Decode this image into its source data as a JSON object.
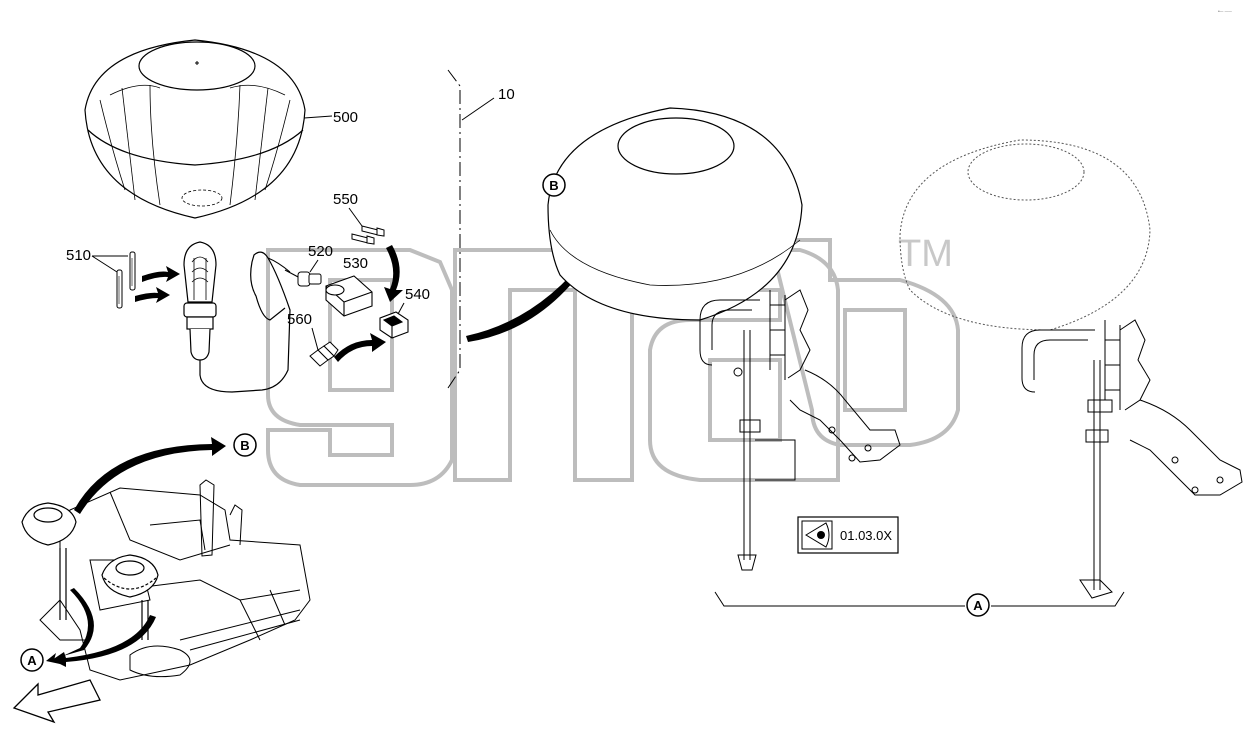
{
  "callouts": {
    "p10": "10",
    "p500": "500",
    "p510": "510",
    "p520": "520",
    "p530": "530",
    "p540": "540",
    "p550": "550",
    "p560": "560"
  },
  "view_markers": {
    "b_top": "B",
    "b_machine": "B",
    "a_machine": "A",
    "a_bracket": "A"
  },
  "reference_box": {
    "code": "01.03.0X",
    "icon": "eye-icon"
  },
  "watermark": {
    "trademark": "TM"
  },
  "corner_ref": "•─ ──"
}
